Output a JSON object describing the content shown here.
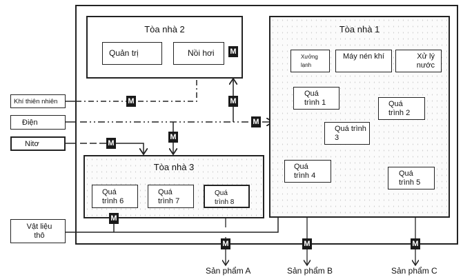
{
  "buildings": {
    "b2": {
      "title": "Tòa nhà 2",
      "units": [
        "Quản trị",
        "Nồi hơi"
      ]
    },
    "b1": {
      "title": "Tòa nhà 1",
      "utilities": [
        "Xưởng lạnh",
        "Máy nén khí",
        "Xử lý nước"
      ],
      "processes": [
        "Quá trình 1",
        "Quá trình 2",
        "Quá trình 3",
        "Quá trình 4",
        "Quá trình 5"
      ]
    },
    "b3": {
      "title": "Tòa nhà 3",
      "processes": [
        "Quá trình 6",
        "Quá trình 7",
        "Quá trình 8"
      ]
    }
  },
  "inputs": [
    "Khí thiên nhiên",
    "Điện",
    "Nitơ",
    "Vật liệu thô"
  ],
  "meter_label": "M",
  "products": [
    "Sản phẩm A",
    "Sản phẩm B",
    "Sản phẩm C"
  ]
}
